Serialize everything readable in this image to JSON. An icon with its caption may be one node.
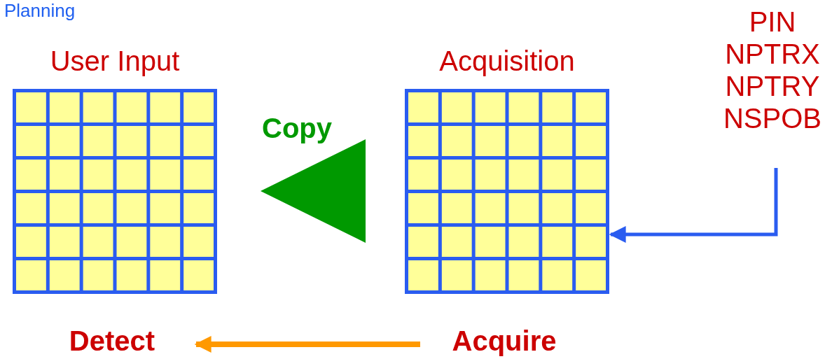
{
  "diagram": {
    "title": "Planning",
    "nodes": [
      {
        "text": [
          "User Input"
        ]
      },
      {
        "text": [
          "Acquisition"
        ]
      },
      {
        "text": [
          "PIN NPTRX NPTRY NSPOB"
        ]
      },
      {
        "text": [
          "Detect"
        ]
      },
      {
        "text": [
          "Acquire"
        ]
      }
    ],
    "edges": [
      {
        "from": 1,
        "to": 0,
        "arrow": "to",
        "label": "Copy",
        "style": "thick",
        "color": "#009900"
      },
      {
        "from": 2,
        "to": 1,
        "arrow": "to"
      },
      {
        "from": 4,
        "to": 3,
        "arrow": "to",
        "color": "#ff9900"
      }
    ]
  }
}
